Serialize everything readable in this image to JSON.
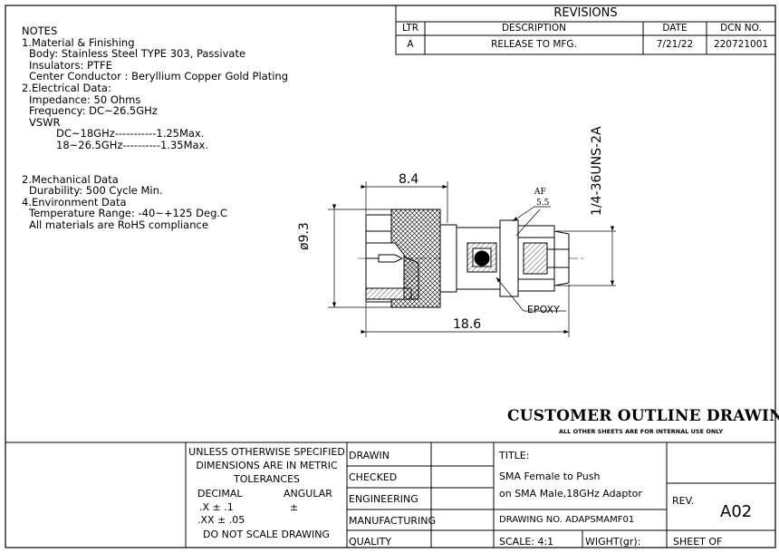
{
  "revisions": {
    "title": "REVISIONS",
    "headers": {
      "ltr": "LTR",
      "description": "DESCRIPTION",
      "date": "DATE",
      "dcn": "DCN NO."
    },
    "row": {
      "ltr": "A",
      "description": "RELEASE TO MFG.",
      "date": "7/21/22",
      "dcn": "220721001"
    }
  },
  "notes": {
    "lines": [
      "NOTES",
      "1.Material & Finishing",
      "Body: Stainless Steel TYPE 303, Passivate",
      "Insulators: PTFE",
      "Center Conductor : Beryllium Copper Gold Plating",
      "2.Electrical Data:",
      "Impedance: 50 Ohms",
      "Frequency: DC~26.5GHz",
      "VSWR",
      "DC~18GHz-----------1.25Max.",
      "18~26.5GHz----------1.35Max.",
      "2.Mechanical Data",
      "Durability: 500 Cycle Min.",
      "4.Environment Data",
      "Temperature Range: -40~+125 Deg.C",
      "All materials are RoHS compliance"
    ]
  },
  "drawing": {
    "dim_width": "8.4",
    "dim_length": "18.6",
    "dim_diameter": "ø9.3",
    "dim_thread": "1/4-36UNS-2A",
    "af_label": "AF",
    "af_value": "5.5",
    "epoxy_label": "EPOXY"
  },
  "header": {
    "title": "CUSTOMER OUTLINE DRAWING",
    "subtitle": "ALL OTHER SHEETS ARE FOR INTERNAL USE ONLY"
  },
  "title_block": {
    "tolerance_lines": [
      "UNLESS OTHERWISE SPECIFIED",
      "DIMENSIONS ARE IN METRIC",
      "TOLERANCES"
    ],
    "decimal_label": "DECIMAL",
    "angular_label": "ANGULAR",
    "decimal_x": ".X ± .1",
    "decimal_xx": ".XX ± .05",
    "angular_value": "±",
    "no_scale": "DO NOT SCALE DRAWING",
    "roles": [
      "DRAWIN",
      "CHECKED",
      "ENGINEERING",
      "MANUFACTURING",
      "QUALITY"
    ],
    "title_label": "TITLE:",
    "title_line1": "SMA Female to Push",
    "title_line2": "on SMA Male,18GHz Adaptor",
    "drawing_no": "DRAWING NO. ADAPSMAMF01",
    "scale": "SCALE:  4:1",
    "weight": "WIGHT(gr):",
    "rev_label": "REV.",
    "rev_value": "A02",
    "sheet": "SHEET   OF"
  }
}
